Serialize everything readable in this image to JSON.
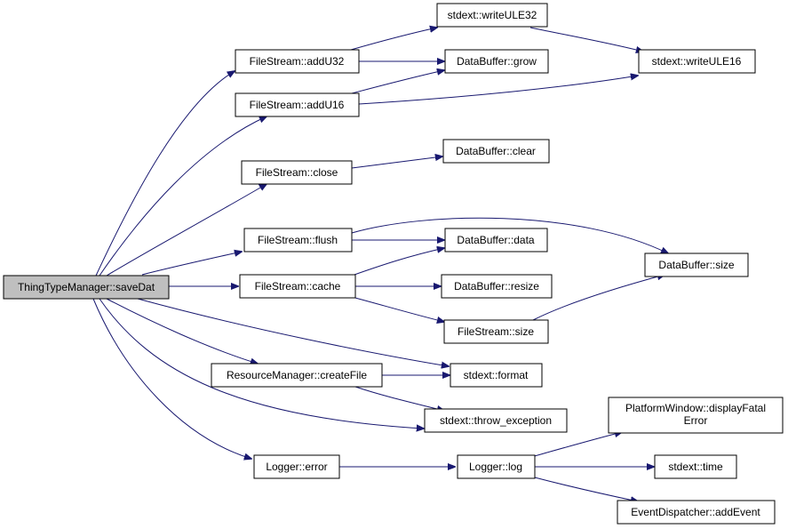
{
  "colors": {
    "edge": "#191970",
    "root_fill": "#bfbfbf",
    "node_fill": "#ffffff",
    "border": "#000000"
  },
  "nodes": {
    "root": "ThingTypeManager::saveDat",
    "fs_addU32": "FileStream::addU32",
    "fs_addU16": "FileStream::addU16",
    "fs_close": "FileStream::close",
    "fs_flush": "FileStream::flush",
    "fs_cache": "FileStream::cache",
    "rm_createFile": "ResourceManager::createFile",
    "logger_error": "Logger::error",
    "sd_writeULE32": "stdext::writeULE32",
    "db_grow": "DataBuffer::grow",
    "sd_writeULE16": "stdext::writeULE16",
    "db_clear": "DataBuffer::clear",
    "db_data": "DataBuffer::data",
    "db_size": "DataBuffer::size",
    "db_resize": "DataBuffer::resize",
    "fs_size": "FileStream::size",
    "sd_format": "stdext::format",
    "sd_throw": "stdext::throw_exception",
    "pw_display_l1": "PlatformWindow::displayFatal",
    "pw_display_l2": "Error",
    "logger_log": "Logger::log",
    "sd_time": "stdext::time",
    "ed_addEvent": "EventDispatcher::addEvent"
  }
}
